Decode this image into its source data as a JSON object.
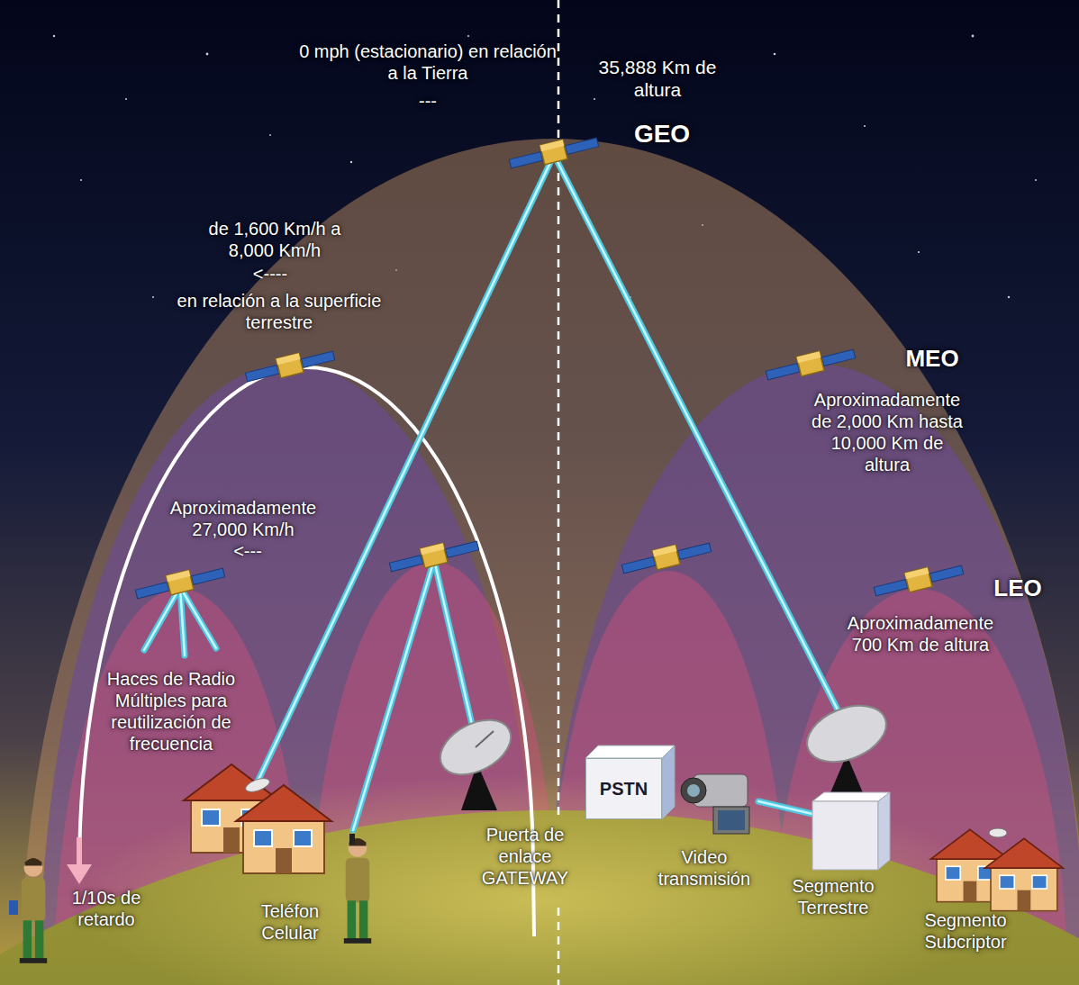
{
  "diagram": {
    "nodes": [
      {
        "text": [
          "PSTN"
        ]
      }
    ],
    "labels": [
      "0 mph (estacionario) en relación a la Tierra",
      "---",
      "35,888 Km de altura",
      "GEO",
      "de 1,600 Km/h a 8,000 Km/h",
      "<----",
      "en relación a la superficie terrestre",
      "Aproximadamente 27,000 Km/h",
      "<---",
      "MEO",
      "Aproximadamente de 2,000 Km hasta 10,000 Km de altura",
      "LEO",
      "Aproximadamente 700 Km de altura",
      "Haces de Radio Múltiples para reutilización de frecuencia",
      "1/10s de retardo",
      "Teléfon Celular",
      "Puerta de enlace GATEWAY",
      "Video transmisión",
      "Segmento Terrestre",
      "Segmento Subcriptor"
    ]
  }
}
